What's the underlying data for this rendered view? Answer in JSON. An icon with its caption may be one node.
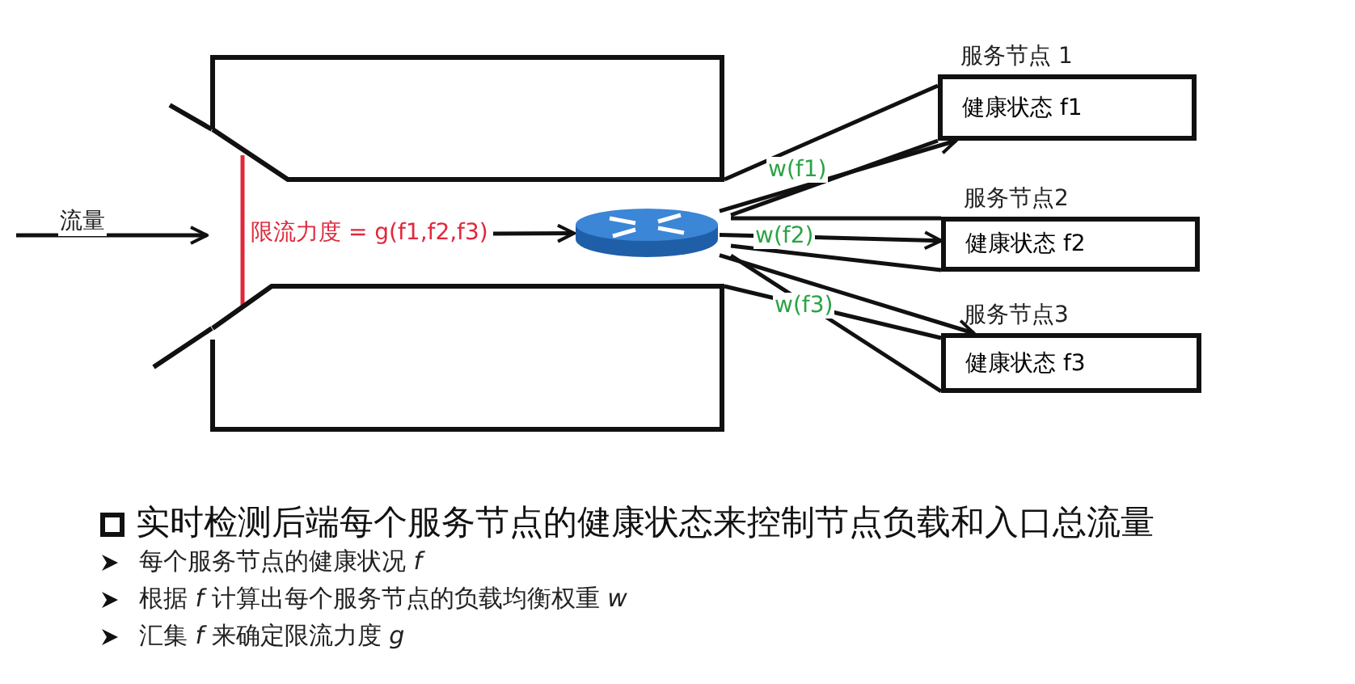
{
  "diagram": {
    "nodes": [
      {
        "text": [],
        "shape": "box"
      },
      {
        "text": [
          "限流力度 = g(f1,f2,f3)"
        ],
        "in": 0
      },
      {
        "text": [],
        "shape": "cylinder",
        "in": 0
      },
      {
        "text": [
          "服务节点 1",
          "健康状态 f1"
        ]
      },
      {
        "text": [
          "服务节点2",
          "健康状态 f2"
        ]
      },
      {
        "text": [
          "服务节点3",
          "健康状态 f3"
        ]
      }
    ],
    "edges": [
      {
        "from": null,
        "to": 0,
        "arrow": "to",
        "label": "流量"
      },
      {
        "from": 1,
        "to": 2,
        "arrow": "to"
      },
      {
        "from": 2,
        "to": 3,
        "arrow": "to",
        "label": "w(f1)"
      },
      {
        "from": 2,
        "to": 4,
        "arrow": "to",
        "label": "w(f2)"
      },
      {
        "from": 2,
        "to": 5,
        "arrow": "to",
        "label": "w(f3)"
      }
    ],
    "labels": [
      "实时检测后端每个服务节点的健康状态来控制节点负载和入口总流量",
      "每个服务节点的健康状况 *f*",
      "根据 *f* 计算出每个服务节点的负载均衡权重 *w*",
      "汇集 *f* 来确定限流力度 *g*"
    ]
  }
}
